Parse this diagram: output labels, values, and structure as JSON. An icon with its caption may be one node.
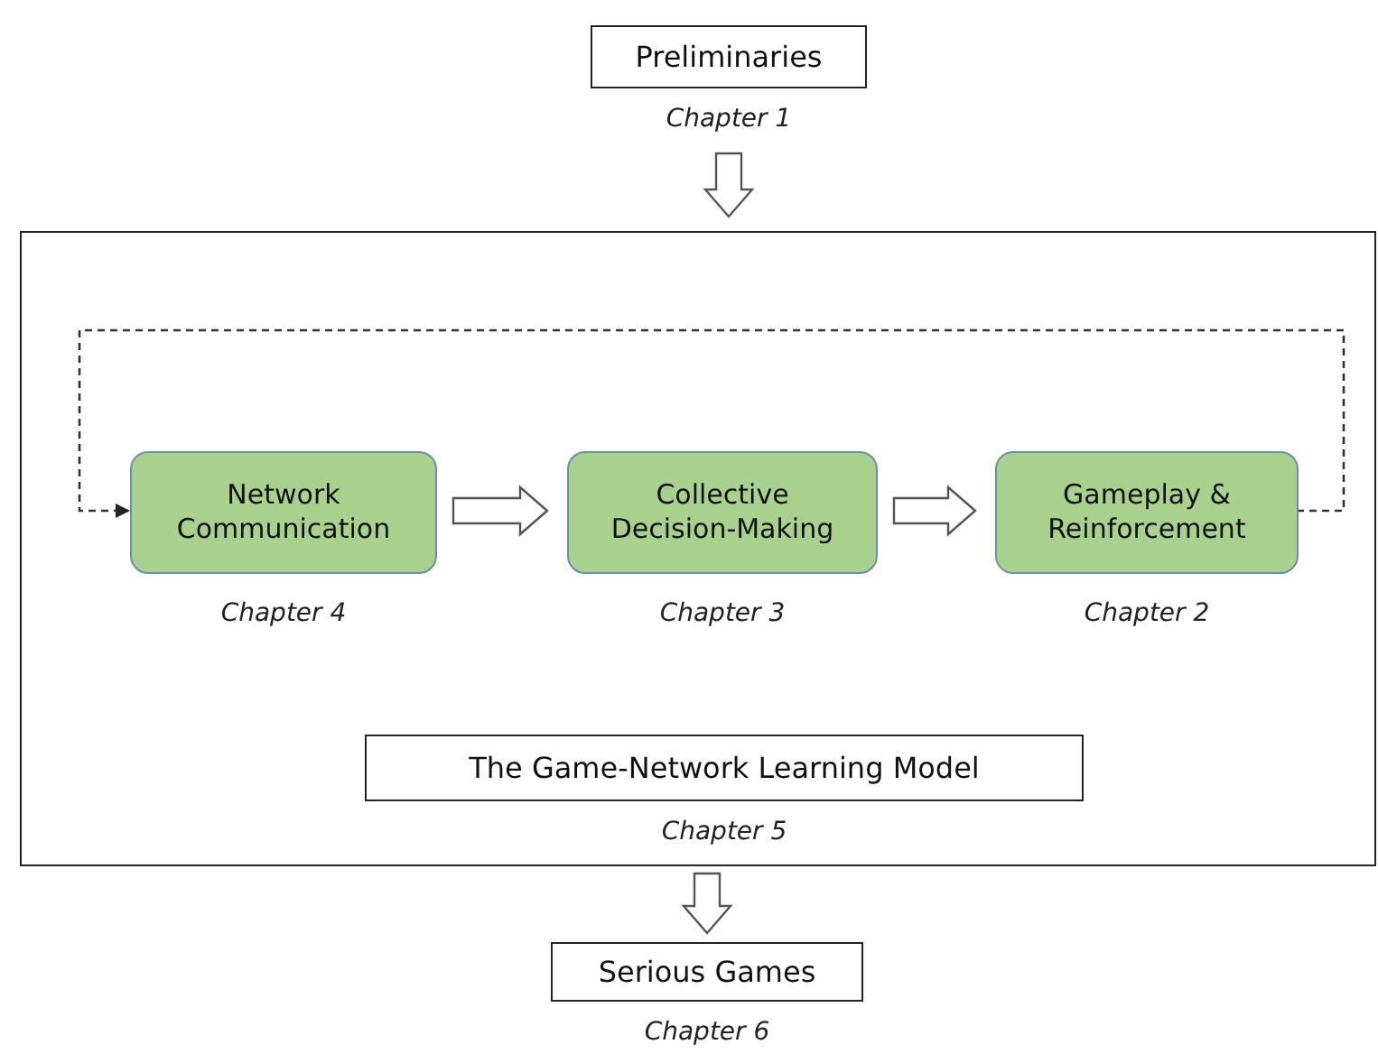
{
  "diagram": {
    "nodes": [
      {
        "text": [
          "Preliminaries"
        ],
        "beside": [
          "Chapter 1"
        ]
      },
      {
        "text": [],
        "shape": "box"
      },
      {
        "text": [
          "Network Communication"
        ],
        "in": 1,
        "beside": [
          "Chapter 4"
        ]
      },
      {
        "text": [
          "Collective Decision-Making"
        ],
        "in": 1,
        "beside": [
          "Chapter 3"
        ]
      },
      {
        "text": [
          "Gameplay & Reinforcement"
        ],
        "in": 1,
        "beside": [
          "Chapter 2"
        ]
      },
      {
        "text": [
          "The Game-Network Learning Model"
        ],
        "in": 1,
        "beside": [
          "Chapter 5"
        ]
      },
      {
        "text": [
          "Serious Games"
        ],
        "beside": [
          "Chapter 6"
        ]
      }
    ],
    "edges": [
      {
        "from": 0,
        "to": 1,
        "arrow": "to"
      },
      {
        "from": 2,
        "to": 3,
        "arrow": "to"
      },
      {
        "from": 3,
        "to": 4,
        "arrow": "to"
      },
      {
        "from": 4,
        "to": 2,
        "arrow": "to",
        "style": "dashed"
      },
      {
        "from": 1,
        "to": 6,
        "arrow": "to"
      }
    ]
  }
}
